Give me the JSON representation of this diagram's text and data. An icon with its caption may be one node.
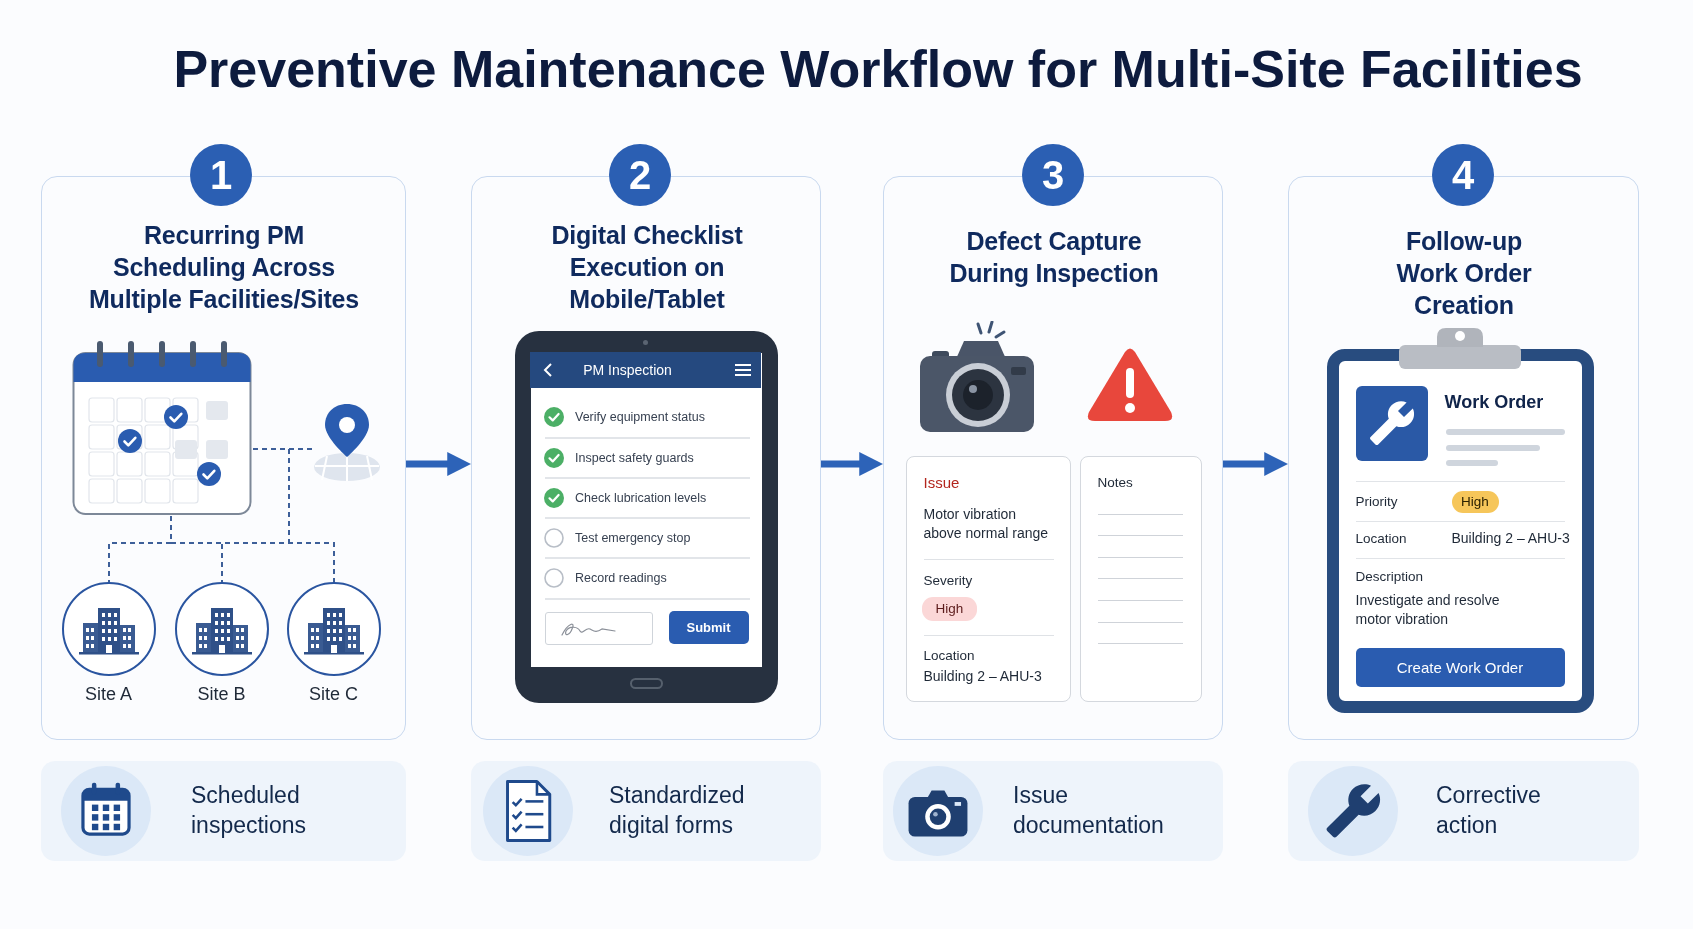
{
  "diagram": {
    "title": "Preventive Maintenance Workflow for Multi-Site Facilities",
    "nodes": [
      {
        "text": [
          "1"
        ]
      },
      {
        "text": [
          "Recurring PM Scheduling Across Multiple Facilities/Sites"
        ]
      },
      {
        "text": [],
        "shape": "picture",
        "in": 1
      },
      {
        "text": [],
        "shape": "picture",
        "in": 1
      },
      {
        "text": [
          "Site A"
        ],
        "in": 1
      },
      {
        "text": [
          "Site B"
        ],
        "in": 1
      },
      {
        "text": [
          "Site C"
        ],
        "in": 1
      },
      {
        "text": [
          "2"
        ]
      },
      {
        "text": [
          "Digital Checklist Execution on Mobile/Tablet"
        ]
      },
      {
        "text": [
          "PM Inspection"
        ],
        "in": 8
      },
      {
        "text": [
          "Submit"
        ],
        "in": 8
      },
      {
        "text": [
          "3"
        ]
      },
      {
        "text": [
          "Defect Capture During Inspection"
        ]
      },
      {
        "text": [
          "Issue",
          "Motor vibration above normal range",
          "Severity",
          "Location",
          "Building 2 – AHU-3"
        ],
        "in": 12
      },
      {
        "text": [
          "High"
        ],
        "in": 13
      },
      {
        "text": [
          "Notes"
        ],
        "in": 12
      },
      {
        "text": [
          "4"
        ]
      },
      {
        "text": [
          "Follow-up Work Order Creation"
        ]
      },
      {
        "text": [
          "Work Order",
          "Priority",
          "Location",
          "Building 2 – AHU-3",
          "Description",
          "Investigate and resolve motor vibration"
        ],
        "in": 17
      },
      {
        "text": [
          "High"
        ],
        "in": 18
      },
      {
        "text": [
          "Create Work Order"
        ],
        "in": 18
      },
      {
        "text": [
          "Scheduled inspections"
        ]
      },
      {
        "text": [
          "Standardized digital forms"
        ]
      },
      {
        "text": [
          "Issue documentation"
        ]
      },
      {
        "text": [
          "Corrective action"
        ]
      }
    ],
    "edges": [
      {
        "from": 2,
        "to": 3,
        "arrow": "none",
        "style": "dashed"
      },
      {
        "from": 2,
        "to": 4,
        "arrow": "none",
        "style": "dashed"
      },
      {
        "from": 2,
        "to": 5,
        "arrow": "none",
        "style": "dashed"
      },
      {
        "from": 2,
        "to": 6,
        "arrow": "none",
        "style": "dashed"
      },
      {
        "from": 1,
        "to": 8,
        "arrow": "to",
        "style": "thick",
        "color": "#2d63b8"
      },
      {
        "from": 8,
        "to": 12,
        "arrow": "to",
        "style": "thick",
        "color": "#2d63b8"
      },
      {
        "from": 12,
        "to": 17,
        "arrow": "to",
        "style": "thick",
        "color": "#2d63b8"
      }
    ],
    "labels": [
      "Verify equipment status",
      "Inspect safety guards",
      "Check lubrication levels",
      "Test emergency stop",
      "Record readings"
    ]
  }
}
